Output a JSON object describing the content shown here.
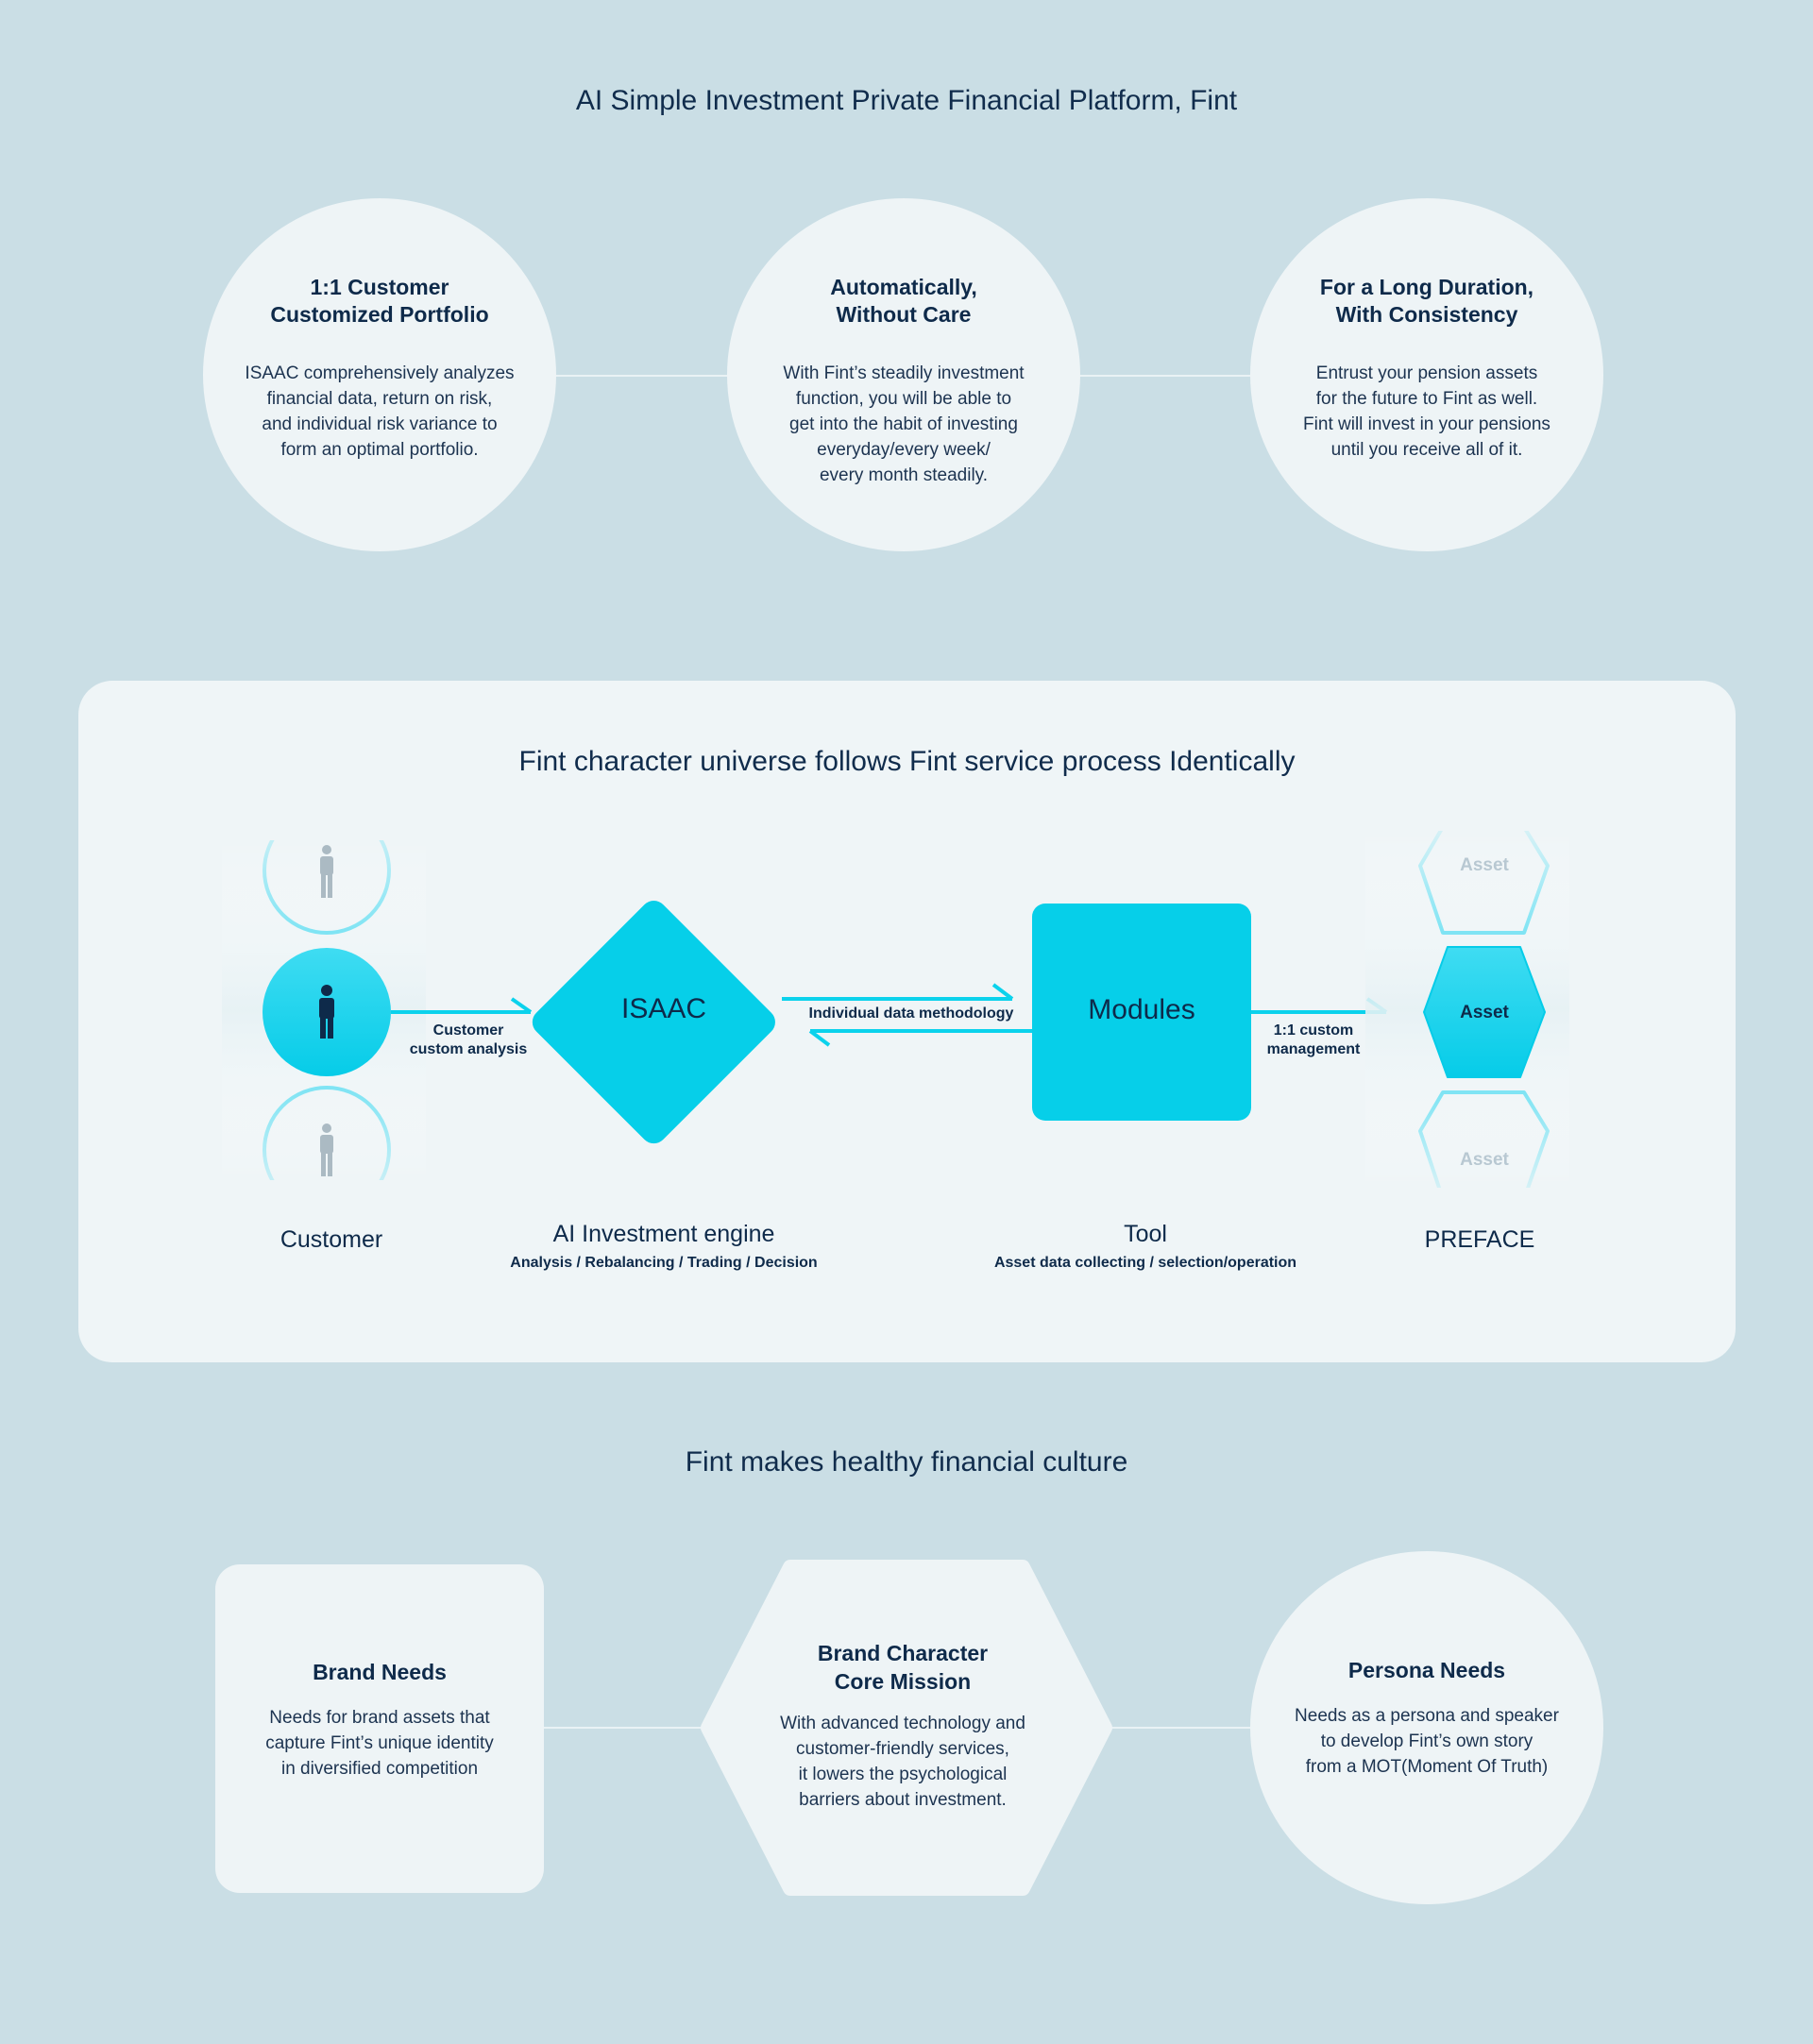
{
  "header": {
    "title": "AI Simple Investment Private Financial Platform, Fint"
  },
  "features": [
    {
      "title_l1": "1:1 Customer",
      "title_l2": "Customized Portfolio",
      "body": [
        "ISAAC comprehensively analyzes",
        "financial data, return on risk,",
        "and individual risk variance to",
        "form an optimal portfolio."
      ]
    },
    {
      "title_l1": "Automatically,",
      "title_l2": "Without Care",
      "body": [
        "With Fint’s steadily investment",
        "function, you will be able to",
        "get into the habit of investing",
        "everyday/every week/",
        "every month steadily."
      ]
    },
    {
      "title_l1": "For a Long Duration,",
      "title_l2": "With Consistency",
      "body": [
        "Entrust your pension assets",
        "for the future to Fint as well.",
        "Fint will invest in your pensions",
        "until you receive all of it."
      ]
    }
  ],
  "process": {
    "title": "Fint character universe follows Fint service process Identically",
    "isaac_label": "ISAAC",
    "modules_label": "Modules",
    "asset_label": "Asset",
    "arrow_customer_l1": "Customer",
    "arrow_customer_l2": "custom analysis",
    "arrow_methodology": "Individual data methodology",
    "arrow_management_l1": "1:1 custom",
    "arrow_management_l2": "management",
    "cap_customer": "Customer",
    "cap_engine": "AI Investment engine",
    "cap_engine_sub": "Analysis / Rebalancing / Trading / Decision",
    "cap_tool": "Tool",
    "cap_tool_sub": "Asset data collecting / selection/operation",
    "cap_preface": "PREFACE"
  },
  "culture": {
    "title": "Fint makes healthy financial culture",
    "brand_needs": {
      "title": "Brand Needs",
      "body": [
        "Needs for brand assets that",
        "capture Fint’s unique identity",
        "in diversified competition"
      ]
    },
    "core_mission": {
      "title_l1": "Brand Character",
      "title_l2": "Core Mission",
      "body": [
        "With advanced technology and",
        "customer-friendly services,",
        "it lowers the psychological",
        "barriers about investment."
      ]
    },
    "persona_needs": {
      "title": "Persona Needs",
      "body": [
        "Needs as a persona and speaker",
        "to develop Fint’s own story",
        "from a MOT(Moment Of Truth)"
      ]
    }
  },
  "colors": {
    "background": "#cadee5",
    "panel": "#eff5f7",
    "accent": "#0bd2ec",
    "navy": "#0e2a4a"
  }
}
